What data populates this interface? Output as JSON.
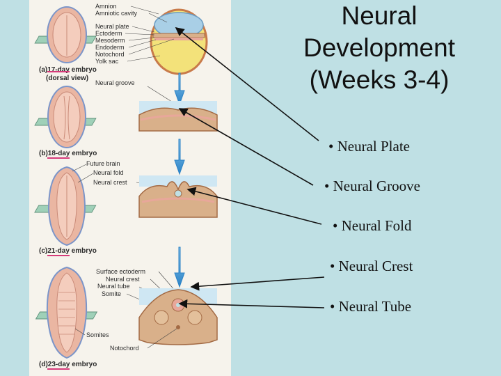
{
  "slide": {
    "title_lines": [
      "Neural",
      "Development",
      "(Weeks 3-4)"
    ],
    "bullets": [
      "• Neural Plate",
      "• Neural Groove",
      "• Neural Fold",
      "• Neural Crest",
      "• Neural Tube"
    ]
  },
  "figure": {
    "labels_a": [
      "Amnion",
      "Amniotic cavity",
      "Neural plate",
      "Ectoderm",
      "Mesoderm",
      "Endoderm",
      "Notochord",
      "Yolk sac"
    ],
    "stage_a": [
      "(a)17-day embryo",
      "(dorsal view)"
    ],
    "label_b": "Neural groove",
    "stage_b": "(b)18-day embryo",
    "labels_c": [
      "Future brain",
      "Neural fold",
      "Neural crest"
    ],
    "stage_c": "(c)21-day embryo",
    "labels_d": [
      "Surface ectoderm",
      "Neural crest",
      "Neural tube",
      "Somite"
    ],
    "label_somites": "Somites",
    "label_notochord": "Notochord",
    "stage_d": "(d)23-day embryo"
  },
  "colors": {
    "background": "#bfe0e4",
    "panel": "#f6f3ec",
    "amnion_blue": "#a9cfe6",
    "yolk_yellow": "#f3e27a",
    "tissue_tan": "#d9b08a",
    "tissue_pink": "#e8a79a",
    "arrow_blue": "#3f9ad6",
    "underline_magenta": "#d63b7a"
  }
}
